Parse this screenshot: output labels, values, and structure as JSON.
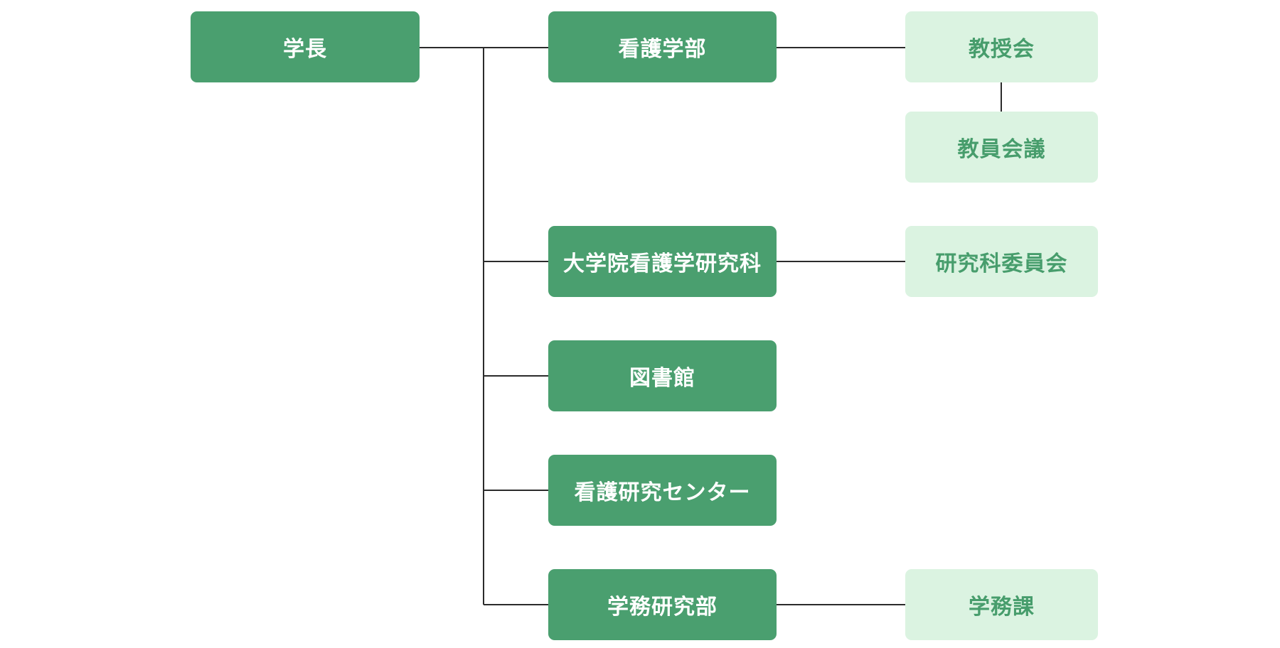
{
  "diagram": {
    "president": "学長",
    "departments": [
      "看護学部",
      "大学院看護学研究科",
      "図書館",
      "看護研究センター",
      "学務研究部"
    ],
    "committees": [
      "教授会",
      "教員会議",
      "研究科委員会",
      "学務課"
    ]
  },
  "colors": {
    "primary": "#4a9f6f",
    "secondary_bg": "#dbf3e1",
    "secondary_text": "#479d6c",
    "connector": "#2b2b2b"
  }
}
